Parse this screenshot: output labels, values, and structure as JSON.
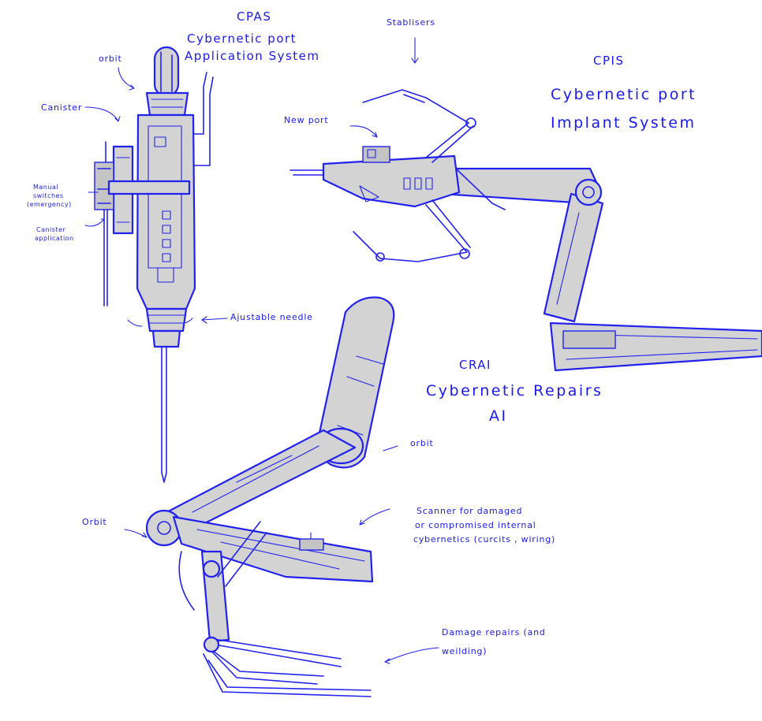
{
  "colors": {
    "ink": "#2222ee",
    "fill": "#d3d3d3",
    "paper": "#ffffff"
  },
  "cpas": {
    "acronym": "CPAS",
    "title_line1": "Cybernetic port",
    "title_line2": "Application System",
    "labels": {
      "orbit": "orbit",
      "canister": "Canister",
      "manual_line1": "Manual",
      "manual_line2": "switches",
      "manual_line3": "(emergency)",
      "canister_app_line1": "Canister",
      "canister_app_line2": "application",
      "needle": "Ajustable needle"
    }
  },
  "cpis": {
    "acronym": "CPIS",
    "title_line1": "Cybernetic port",
    "title_line2": "Implant System",
    "labels": {
      "stabilisers": "Stablisers",
      "new_port": "New port"
    }
  },
  "crai": {
    "acronym": "CRAI",
    "title_line1": "Cybernetic Repairs",
    "title_line2": "AI",
    "labels": {
      "orbit_right": "orbit",
      "orbit_left": "Orbit",
      "scanner_line1": "Scanner for damaged",
      "scanner_line2": "or compromised internal",
      "scanner_line3": "cybernetics (curcits , wiring)",
      "damage_line1": "Damage repairs (and",
      "damage_line2": "weilding)"
    }
  }
}
